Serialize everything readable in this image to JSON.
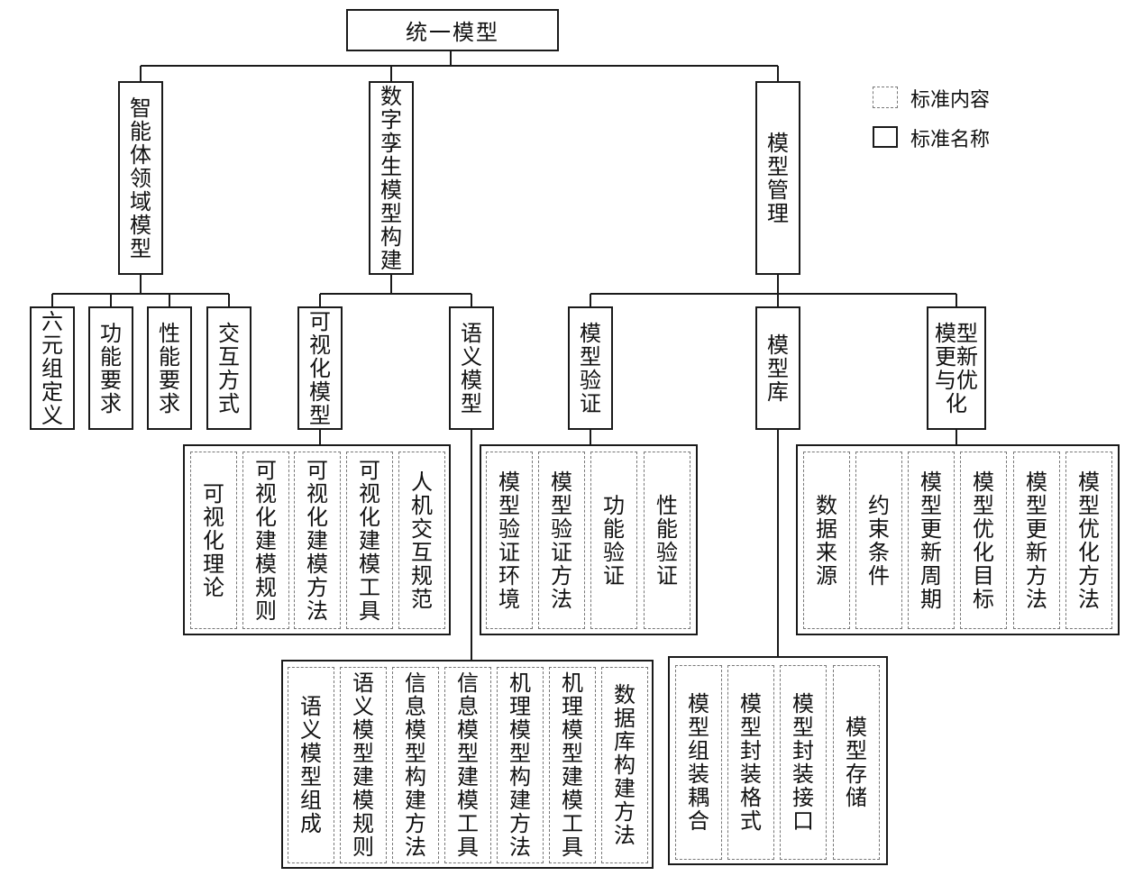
{
  "root": "统一模型",
  "legend": {
    "content": "标准内容",
    "name": "标准名称"
  },
  "branches": {
    "intelligent": {
      "title": "智能体领域模型",
      "children": [
        "六元组定义",
        "功能要求",
        "性能要求",
        "交互方式"
      ]
    },
    "digital_twin": {
      "title": "数字孪生模型构建",
      "visual": {
        "title": "可视化模型",
        "contents": [
          "可视化理论",
          "可视化建模规则",
          "可视化建模方法",
          "可视化建模工具",
          "人机交互规范"
        ]
      },
      "semantic": {
        "title": "语义模型",
        "contents": [
          "语义模型组成",
          "语义模型建模规则",
          "信息模型构建方法",
          "信息模型建模工具",
          "机理模型构建方法",
          "机理模型建模工具",
          "数据库构建方法"
        ]
      }
    },
    "management": {
      "title": "模型管理",
      "verification": {
        "title": "模型验证",
        "contents": [
          "模型验证环境",
          "模型验证方法",
          "功能验证",
          "性能验证"
        ]
      },
      "library": {
        "title": "模型库",
        "contents": [
          "模型组装耦合",
          "模型封装格式",
          "模型封装接口",
          "模型存储"
        ]
      },
      "update": {
        "title": "模型更新与优化",
        "contents": [
          "数据来源",
          "约束条件",
          "模型更新周期",
          "模型优化目标",
          "模型更新方法",
          "模型优化方法"
        ]
      }
    }
  }
}
